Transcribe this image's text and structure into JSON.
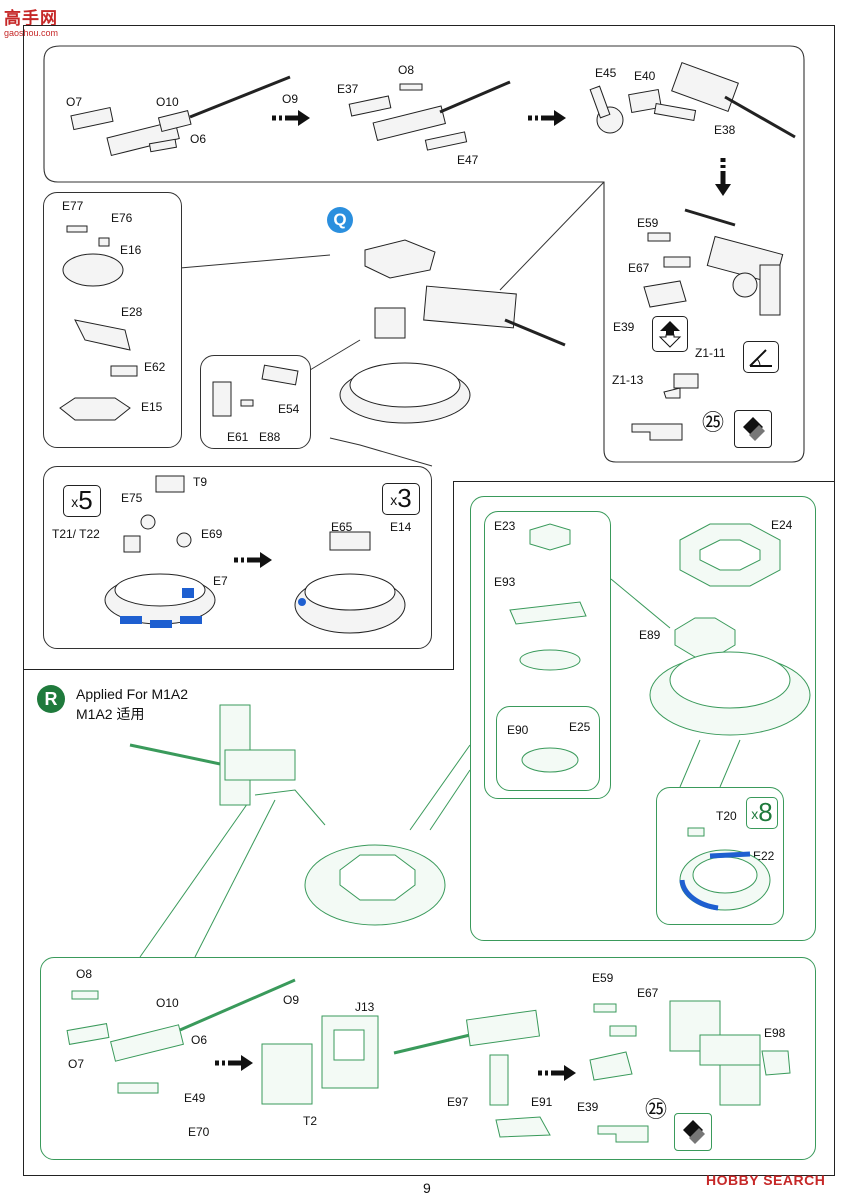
{
  "watermark": {
    "top": "高手网",
    "url": "gaoshou.com"
  },
  "section_q": {
    "step": "Q",
    "top_row": {
      "o7": "O7",
      "o10": "O10",
      "o9": "O9",
      "o6": "O6",
      "o8": "O8",
      "e37": "E37",
      "e47": "E47",
      "e45": "E45",
      "e40": "E40",
      "e38": "E38"
    },
    "left_detail": {
      "e77": "E77",
      "e76": "E76",
      "e16": "E16",
      "e28": "E28",
      "e62": "E62",
      "e15": "E15"
    },
    "mid_detail": {
      "e54": "E54",
      "e61": "E61",
      "e88": "E88"
    },
    "right_detail": {
      "e59": "E59",
      "e67": "E67",
      "e39": "E39",
      "z1_11": "Z1-11",
      "z1_13": "Z1-13",
      "num": "㉕"
    },
    "lower_detail": {
      "mult_a": "5",
      "mult_b": "3",
      "x": "x",
      "t9": "T9",
      "e75": "E75",
      "t21_t22": "T21/ T22",
      "e69": "E69",
      "e7": "E7",
      "e65": "E65",
      "e14": "E14"
    }
  },
  "section_r": {
    "step": "R",
    "applied_en": "Applied For M1A2",
    "applied_cn": "M1A2 适用",
    "green_top": {
      "e23": "E23",
      "e93": "E93",
      "e90": "E90",
      "e25": "E25",
      "e24": "E24",
      "e89": "E89",
      "t20": "T20",
      "mult": "8",
      "x": "x",
      "e22": "E22"
    },
    "bottom": {
      "o8": "O8",
      "o10": "O10",
      "o9": "O9",
      "o6": "O6",
      "o7": "O7",
      "e49": "E49",
      "e70": "E70",
      "j13": "J13",
      "t2": "T2",
      "e97": "E97",
      "e91": "E91",
      "e59": "E59",
      "e67": "E67",
      "e98": "E98",
      "e39": "E39",
      "num": "㉕"
    }
  },
  "footer": {
    "page": "9",
    "brand": "HOBBY SEARCH"
  },
  "colors": {
    "green": "#3a9a5b",
    "blue": "#1e5fd0",
    "step_q": "#2b8fde",
    "step_r": "#1f7a3c"
  }
}
